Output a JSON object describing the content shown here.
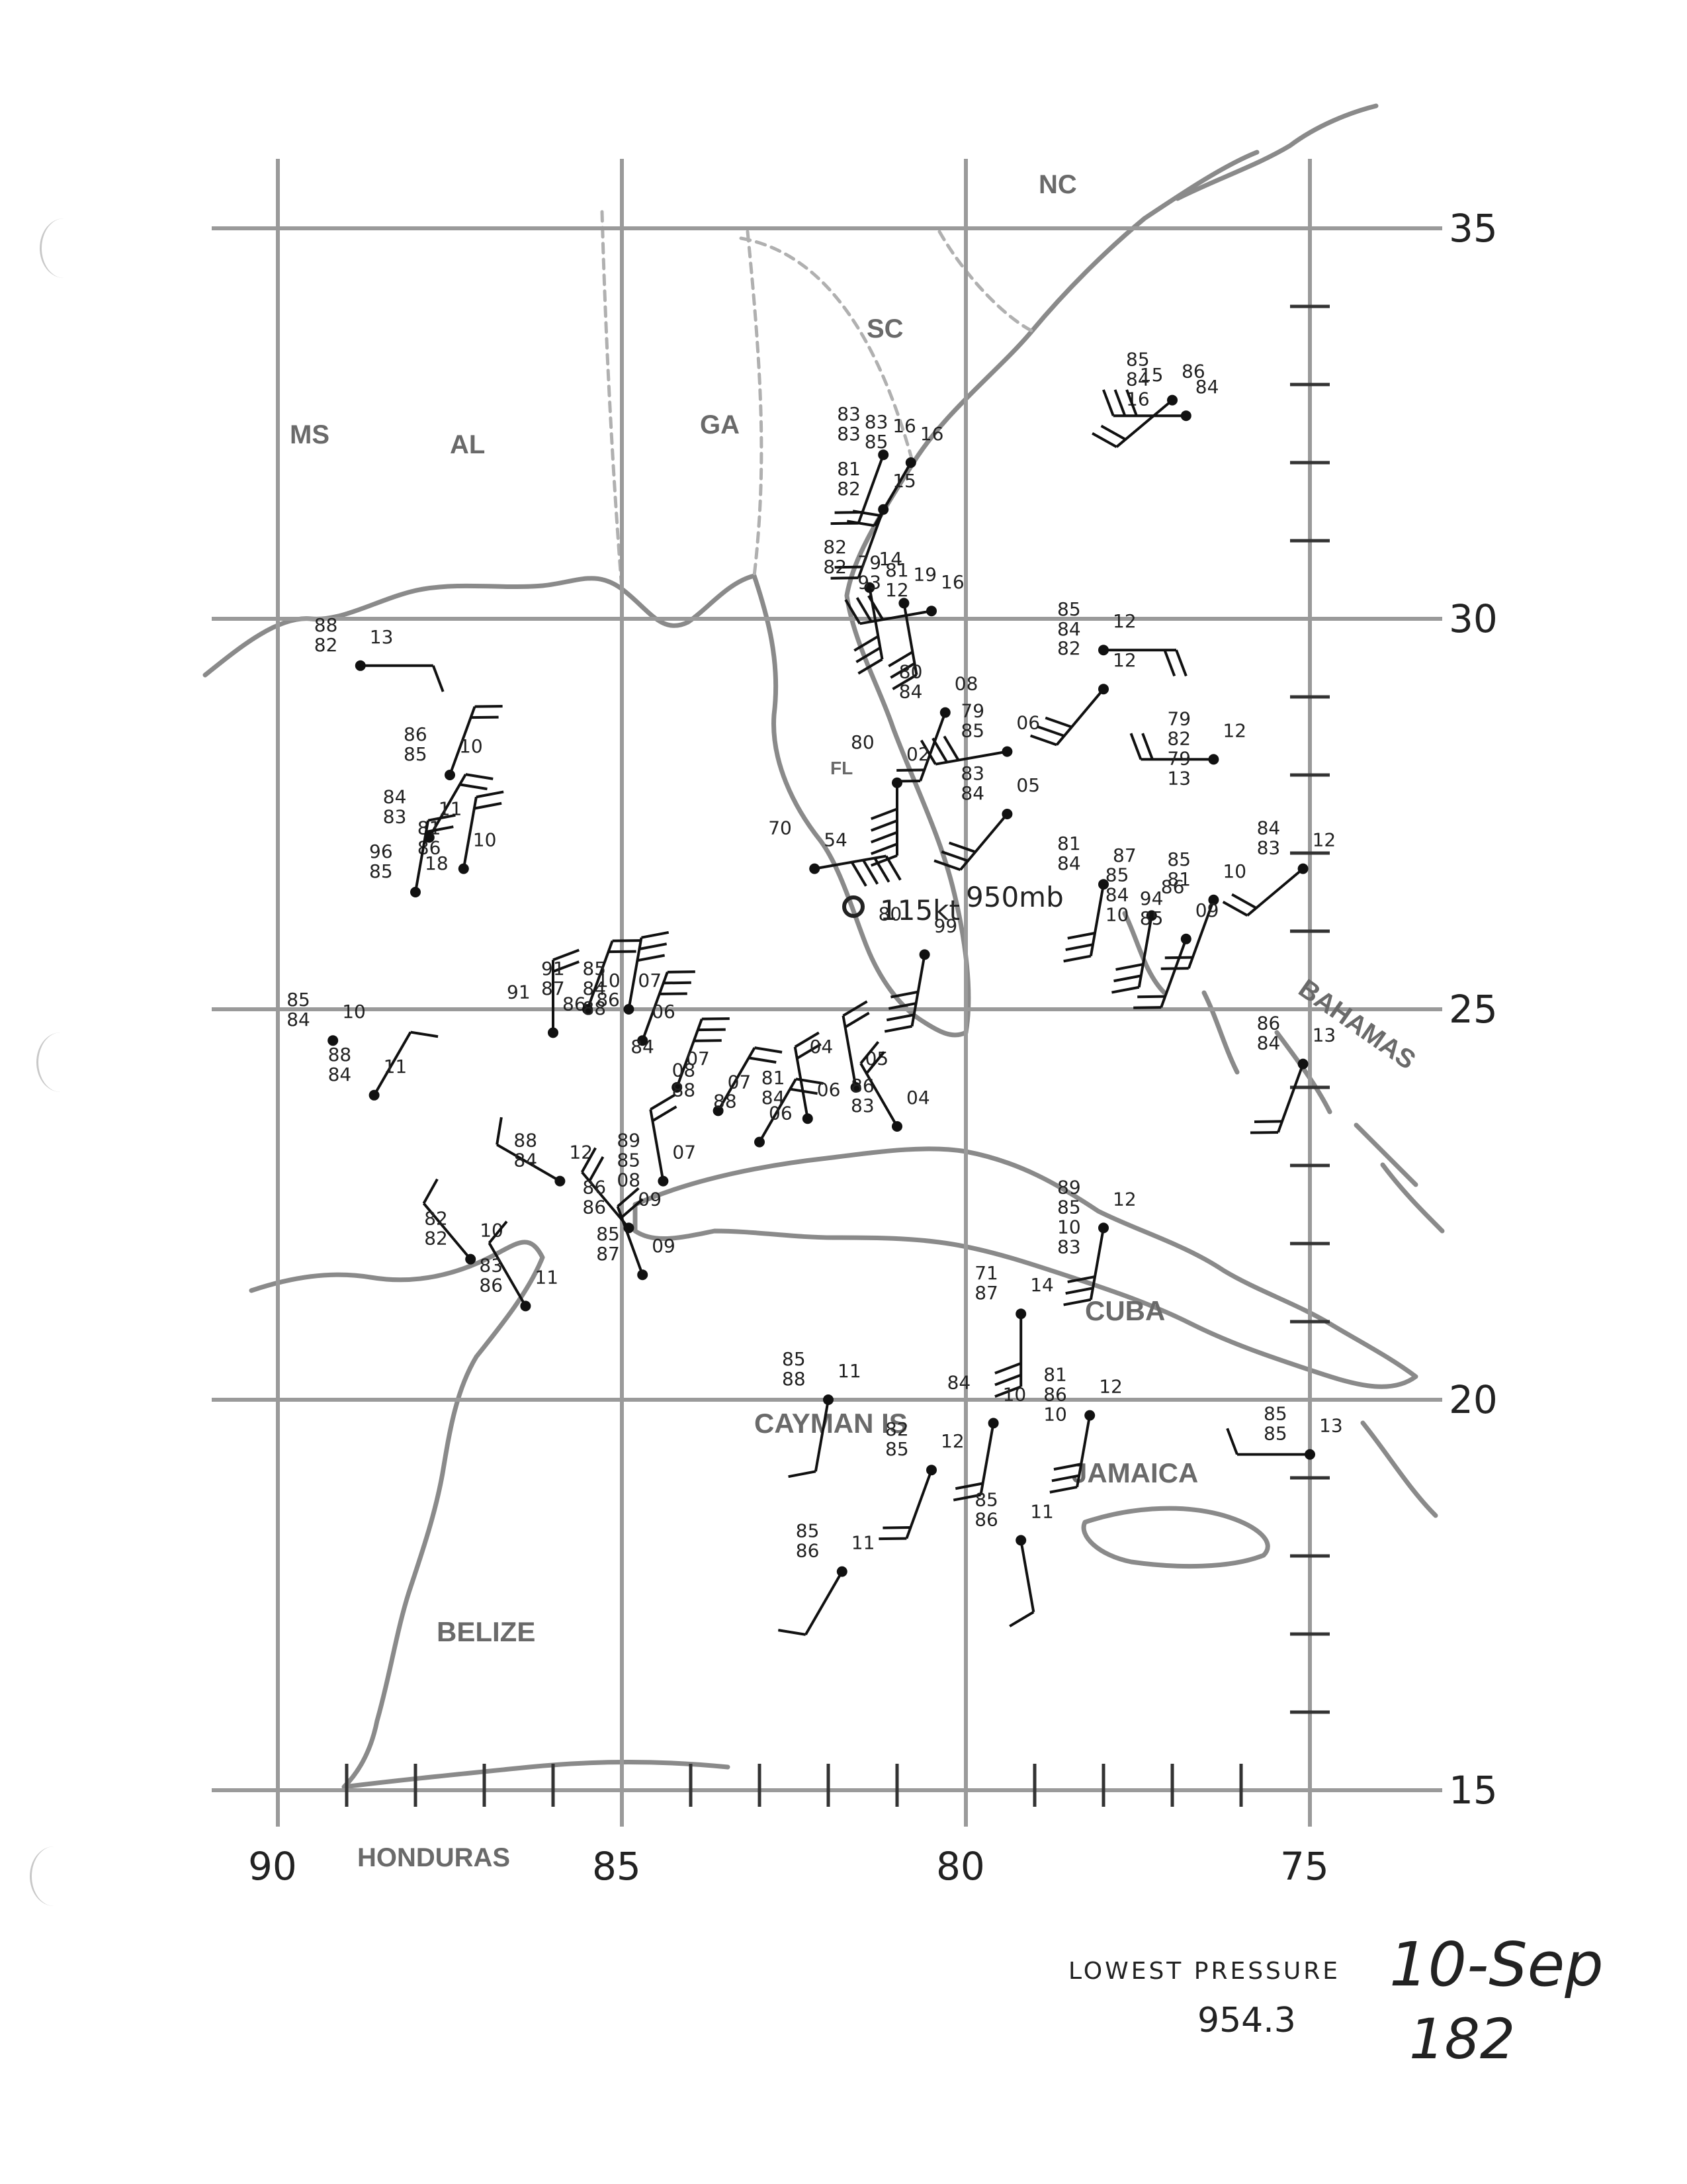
{
  "map": {
    "longitude_labels": [
      "90",
      "85",
      "80",
      "75"
    ],
    "latitude_labels": [
      "35",
      "30",
      "25",
      "20",
      "15"
    ],
    "place_labels": [
      {
        "id": "nc",
        "text": "NC"
      },
      {
        "id": "sc",
        "text": "SC"
      },
      {
        "id": "ga",
        "text": "GA"
      },
      {
        "id": "ms",
        "text": "MS"
      },
      {
        "id": "al",
        "text": "AL"
      },
      {
        "id": "fl",
        "text": "FL"
      },
      {
        "id": "cuba",
        "text": "CUBA"
      },
      {
        "id": "bahamas",
        "text": "BAHAMAS"
      },
      {
        "id": "cayman",
        "text": "CAYMAN IS"
      },
      {
        "id": "jamaica",
        "text": "JAMAICA"
      },
      {
        "id": "belize",
        "text": "BELIZE"
      },
      {
        "id": "honduras",
        "text": "HONDURAS"
      }
    ],
    "annotations": {
      "wind_speed": "115kt",
      "pressure": "950mb"
    },
    "observations": [
      {
        "id": "o1",
        "lat": 29.4,
        "lon": -88.8,
        "labels": [
          "88",
          "82",
          "13"
        ],
        "wind_dir": 90,
        "barbs": 1
      },
      {
        "id": "o2",
        "lat": 28.0,
        "lon": -87.5,
        "labels": [
          "86",
          "85",
          "10"
        ],
        "wind_dir": 20,
        "barbs": 2
      },
      {
        "id": "o3",
        "lat": 27.2,
        "lon": -87.8,
        "labels": [
          "84",
          "83",
          "11"
        ],
        "wind_dir": 30,
        "barbs": 2
      },
      {
        "id": "o4",
        "lat": 26.8,
        "lon": -87.3,
        "labels": [
          "81",
          "86",
          "10"
        ],
        "wind_dir": 10,
        "barbs": 2
      },
      {
        "id": "o5",
        "lat": 26.5,
        "lon": -88.0,
        "labels": [
          "96",
          "85",
          "18"
        ],
        "wind_dir": 10,
        "barbs": 2
      },
      {
        "id": "o6",
        "lat": 24.6,
        "lon": -89.2,
        "labels": [
          "85",
          "84",
          "10"
        ],
        "wind_dir": 0,
        "barbs": 0
      },
      {
        "id": "o7",
        "lat": 23.9,
        "lon": -88.6,
        "labels": [
          "88",
          "84",
          "11"
        ],
        "wind_dir": 30,
        "barbs": 1
      },
      {
        "id": "o8",
        "lat": 24.7,
        "lon": -86.0,
        "labels": [
          "91",
          "86"
        ],
        "wind_dir": 0,
        "barbs": 2
      },
      {
        "id": "o9",
        "lat": 25.0,
        "lon": -85.5,
        "labels": [
          "91",
          "87",
          "10"
        ],
        "wind_dir": 20,
        "barbs": 2
      },
      {
        "id": "o10",
        "lat": 25.0,
        "lon": -84.9,
        "labels": [
          "85",
          "84",
          "88",
          "07"
        ],
        "wind_dir": 10,
        "barbs": 3
      },
      {
        "id": "o11",
        "lat": 24.6,
        "lon": -84.7,
        "labels": [
          "86",
          "06"
        ],
        "wind_dir": 20,
        "barbs": 3
      },
      {
        "id": "o12",
        "lat": 24.0,
        "lon": -84.2,
        "labels": [
          "84",
          "07"
        ],
        "wind_dir": 20,
        "barbs": 3
      },
      {
        "id": "o13",
        "lat": 23.7,
        "lon": -83.6,
        "labels": [
          "08",
          "88",
          "07"
        ],
        "wind_dir": 30,
        "barbs": 2
      },
      {
        "id": "o14",
        "lat": 23.3,
        "lon": -83.0,
        "labels": [
          "88",
          "06"
        ],
        "wind_dir": 30,
        "barbs": 2
      },
      {
        "id": "o15",
        "lat": 23.6,
        "lon": -82.3,
        "labels": [
          "81",
          "84",
          "06"
        ],
        "wind_dir": 350,
        "barbs": 2
      },
      {
        "id": "o16",
        "lat": 24.0,
        "lon": -81.6,
        "labels": [
          "04",
          "05"
        ],
        "wind_dir": 350,
        "barbs": 2
      },
      {
        "id": "o17",
        "lat": 23.5,
        "lon": -81.0,
        "labels": [
          "86",
          "83",
          "04"
        ],
        "wind_dir": 330,
        "barbs": 2
      },
      {
        "id": "o18",
        "lat": 22.8,
        "lon": -85.9,
        "labels": [
          "88",
          "84",
          "12"
        ],
        "wind_dir": 300,
        "barbs": 1
      },
      {
        "id": "o19",
        "lat": 22.8,
        "lon": -84.4,
        "labels": [
          "89",
          "85",
          "08",
          "07"
        ],
        "wind_dir": 350,
        "barbs": 2
      },
      {
        "id": "o20",
        "lat": 22.2,
        "lon": -84.9,
        "labels": [
          "86",
          "86",
          "09"
        ],
        "wind_dir": 320,
        "barbs": 2
      },
      {
        "id": "o21",
        "lat": 21.6,
        "lon": -84.7,
        "labels": [
          "85",
          "87",
          "09"
        ],
        "wind_dir": 340,
        "barbs": 2
      },
      {
        "id": "o22",
        "lat": 21.8,
        "lon": -87.2,
        "labels": [
          "82",
          "82",
          "10"
        ],
        "wind_dir": 320,
        "barbs": 1
      },
      {
        "id": "o23",
        "lat": 21.2,
        "lon": -86.4,
        "labels": [
          "83",
          "86",
          "11"
        ],
        "wind_dir": 330,
        "barbs": 1
      },
      {
        "id": "o24",
        "lat": 32.1,
        "lon": -81.2,
        "labels": [
          "83",
          "83",
          "16"
        ],
        "wind_dir": 200,
        "barbs": 2
      },
      {
        "id": "o25",
        "lat": 32.0,
        "lon": -80.8,
        "labels": [
          "83",
          "85",
          "16"
        ],
        "wind_dir": 210,
        "barbs": 2
      },
      {
        "id": "o26",
        "lat": 31.4,
        "lon": -81.2,
        "labels": [
          "81",
          "82",
          "15"
        ],
        "wind_dir": 200,
        "barbs": 2
      },
      {
        "id": "o27",
        "lat": 30.4,
        "lon": -81.4,
        "labels": [
          "82",
          "82",
          "14"
        ],
        "wind_dir": 170,
        "barbs": 3
      },
      {
        "id": "o28",
        "lat": 30.2,
        "lon": -80.9,
        "labels": [
          "79",
          "93",
          "19"
        ],
        "wind_dir": 170,
        "barbs": 3
      },
      {
        "id": "o29",
        "lat": 30.1,
        "lon": -80.5,
        "labels": [
          "81",
          "12",
          "16"
        ],
        "wind_dir": 260,
        "barbs": 3
      },
      {
        "id": "o30",
        "lat": 28.8,
        "lon": -80.3,
        "labels": [
          "80",
          "84",
          "08"
        ],
        "wind_dir": 200,
        "barbs": 2
      },
      {
        "id": "o31",
        "lat": 28.3,
        "lon": -79.4,
        "labels": [
          "79",
          "85",
          "06"
        ],
        "wind_dir": 260,
        "barbs": 3
      },
      {
        "id": "o32",
        "lat": 27.5,
        "lon": -79.4,
        "labels": [
          "83",
          "84",
          "05"
        ],
        "wind_dir": 220,
        "barbs": 3
      },
      {
        "id": "o33",
        "lat": 27.9,
        "lon": -81.0,
        "labels": [
          "80",
          "02"
        ],
        "wind_dir": 180,
        "barbs": 5
      },
      {
        "id": "o34",
        "lat": 26.8,
        "lon": -82.2,
        "labels": [
          "70",
          "54"
        ],
        "wind_dir": 80,
        "barbs": 4
      },
      {
        "id": "o35",
        "lat": 25.7,
        "lon": -80.6,
        "labels": [
          "80",
          "99"
        ],
        "wind_dir": 190,
        "barbs": 4
      },
      {
        "id": "o36",
        "lat": 29.6,
        "lon": -78.0,
        "labels": [
          "85",
          "84",
          "12"
        ],
        "wind_dir": 90,
        "barbs": 2
      },
      {
        "id": "o37",
        "lat": 29.1,
        "lon": -78.0,
        "labels": [
          "82",
          "12"
        ],
        "wind_dir": 220,
        "barbs": 3
      },
      {
        "id": "o38",
        "lat": 32.8,
        "lon": -77.0,
        "labels": [
          "85",
          "84",
          "16",
          "86"
        ],
        "wind_dir": 230,
        "barbs": 2
      },
      {
        "id": "o39",
        "lat": 32.6,
        "lon": -76.8,
        "labels": [
          "15",
          "84"
        ],
        "wind_dir": 270,
        "barbs": 3
      },
      {
        "id": "o40",
        "lat": 28.2,
        "lon": -76.4,
        "labels": [
          "79",
          "82",
          "79",
          "13",
          "12"
        ],
        "wind_dir": 270,
        "barbs": 2
      },
      {
        "id": "o41",
        "lat": 26.6,
        "lon": -78.0,
        "labels": [
          "81",
          "84",
          "87"
        ],
        "wind_dir": 190,
        "barbs": 3
      },
      {
        "id": "o42",
        "lat": 26.2,
        "lon": -77.3,
        "labels": [
          "85",
          "84",
          "10",
          "86"
        ],
        "wind_dir": 190,
        "barbs": 3
      },
      {
        "id": "o43",
        "lat": 26.4,
        "lon": -76.4,
        "labels": [
          "85",
          "81",
          "10"
        ],
        "wind_dir": 200,
        "barbs": 2
      },
      {
        "id": "o44",
        "lat": 25.9,
        "lon": -76.8,
        "labels": [
          "94",
          "85",
          "09"
        ],
        "wind_dir": 200,
        "barbs": 2
      },
      {
        "id": "o45",
        "lat": 26.8,
        "lon": -75.1,
        "labels": [
          "84",
          "83",
          "12"
        ],
        "wind_dir": 230,
        "barbs": 2
      },
      {
        "id": "o46",
        "lat": 24.3,
        "lon": -75.1,
        "labels": [
          "86",
          "84",
          "13"
        ],
        "wind_dir": 200,
        "barbs": 2
      },
      {
        "id": "o47",
        "lat": 22.2,
        "lon": -78.0,
        "labels": [
          "89",
          "85",
          "10",
          "83",
          "12"
        ],
        "wind_dir": 190,
        "barbs": 3
      },
      {
        "id": "o48",
        "lat": 21.1,
        "lon": -79.2,
        "labels": [
          "71",
          "87",
          "14"
        ],
        "wind_dir": 180,
        "barbs": 3
      },
      {
        "id": "o49",
        "lat": 19.8,
        "lon": -78.2,
        "labels": [
          "81",
          "86",
          "10",
          "12"
        ],
        "wind_dir": 190,
        "barbs": 3
      },
      {
        "id": "o50",
        "lat": 19.7,
        "lon": -79.6,
        "labels": [
          "84",
          "10"
        ],
        "wind_dir": 190,
        "barbs": 2
      },
      {
        "id": "o51",
        "lat": 20.0,
        "lon": -82.0,
        "labels": [
          "85",
          "88",
          "11"
        ],
        "wind_dir": 190,
        "barbs": 1
      },
      {
        "id": "o52",
        "lat": 19.1,
        "lon": -80.5,
        "labels": [
          "82",
          "85",
          "12"
        ],
        "wind_dir": 200,
        "barbs": 2
      },
      {
        "id": "o53",
        "lat": 18.2,
        "lon": -79.2,
        "labels": [
          "85",
          "86",
          "11"
        ],
        "wind_dir": 170,
        "barbs": 1
      },
      {
        "id": "o54",
        "lat": 17.8,
        "lon": -81.8,
        "labels": [
          "85",
          "86",
          "11"
        ],
        "wind_dir": 210,
        "barbs": 1
      },
      {
        "id": "o55",
        "lat": 19.3,
        "lon": -75.0,
        "labels": [
          "85",
          "85",
          "13"
        ],
        "wind_dir": 270,
        "barbs": 1
      }
    ]
  },
  "footer": {
    "lowest_pressure_label": "LOWEST PRESSURE",
    "lowest_pressure_value": "954.3",
    "date": "10-Sep",
    "page_number": "182"
  }
}
